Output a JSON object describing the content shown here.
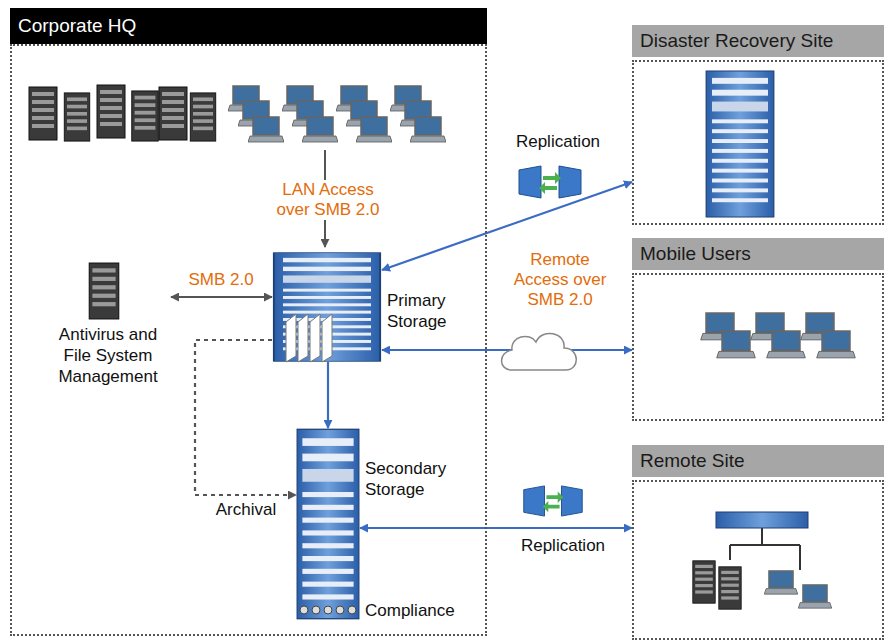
{
  "diagram": {
    "nodes": [
      {
        "text": [
          "Corporate HQ"
        ]
      },
      {
        "text": [
          "Antivirus and File System Management"
        ],
        "in": 0
      },
      {
        "text": [
          "Primary Storage"
        ],
        "in": 0
      },
      {
        "text": [
          "Secondary Storage",
          "Compliance"
        ],
        "in": 0
      },
      {
        "text": [
          "Disaster Recovery Site"
        ]
      },
      {
        "text": [
          "Mobile Users"
        ]
      },
      {
        "text": [
          "Remote Site"
        ]
      }
    ],
    "edges": [
      {
        "from": 1,
        "to": 2,
        "label": "SMB 2.0",
        "arrow": "both"
      },
      {
        "from": 2,
        "to": 3,
        "arrow": "to"
      },
      {
        "from": 2,
        "to": 3,
        "label": "Archival",
        "arrow": "to"
      },
      {
        "from": 2,
        "to": 4,
        "label": "Replication",
        "arrow": "both"
      },
      {
        "from": 2,
        "to": 5,
        "label": "Remote Access over SMB 2.0",
        "arrow": "both"
      },
      {
        "from": 3,
        "to": 6,
        "label": "Replication",
        "arrow": "both"
      }
    ],
    "labels": [
      "LAN Access over SMB 2.0"
    ]
  }
}
